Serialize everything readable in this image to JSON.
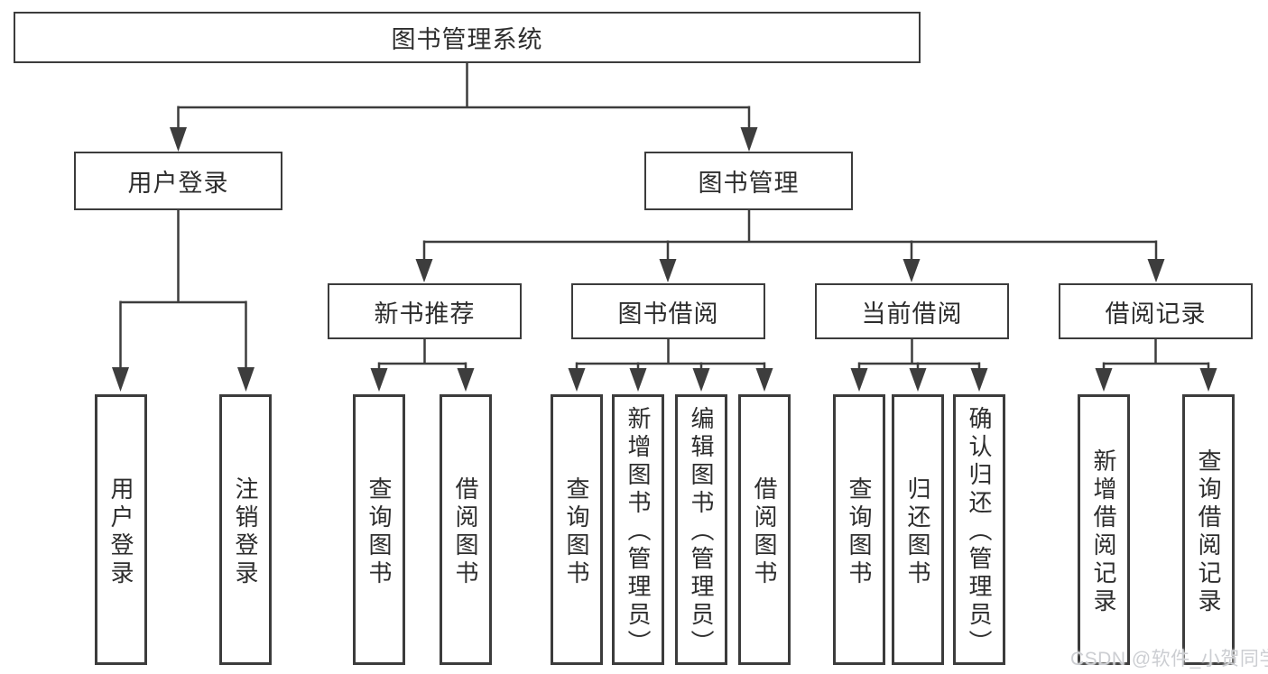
{
  "diagram_title": "图书管理系统",
  "nodes": {
    "root": "图书管理系统",
    "user_login": "用户登录",
    "book_management": "图书管理",
    "new_book_recommend": "新书推荐",
    "book_borrow": "图书借阅",
    "current_borrow": "当前借阅",
    "borrow_records": "借阅记录"
  },
  "leaves": {
    "user_login": "用户登录",
    "logout": "注销登录",
    "rec_query_book": "查询图书",
    "rec_borrow_book": "借阅图书",
    "bb_query_book": "查询图书",
    "bb_add_book": "新增图书（管理员）",
    "bb_edit_book": "编辑图书（管理员）",
    "bb_borrow_book": "借阅图书",
    "cb_query_book": "查询图书",
    "cb_return_book": "归还图书",
    "cb_confirm_return": "确认归还（管理员）",
    "br_add_record": "新增借阅记录",
    "br_query_record": "查询借阅记录"
  },
  "hierarchy": {
    "图书管理系统": {
      "用户登录": [
        "用户登录",
        "注销登录"
      ],
      "图书管理": {
        "新书推荐": [
          "查询图书",
          "借阅图书"
        ],
        "图书借阅": [
          "查询图书",
          "新增图书（管理员）",
          "编辑图书（管理员）",
          "借阅图书"
        ],
        "当前借阅": [
          "查询图书",
          "归还图书",
          "确认归还（管理员）"
        ],
        "借阅记录": [
          "新增借阅记录",
          "查询借阅记录"
        ]
      }
    }
  },
  "watermark": {
    "text": "CSDN @软件_小贺同学",
    "color": "#ccced2"
  },
  "colors": {
    "line": "#3d3d3d",
    "box_border": "#3c3c3c",
    "text": "#2d2d2d",
    "background": "#ffffff"
  }
}
